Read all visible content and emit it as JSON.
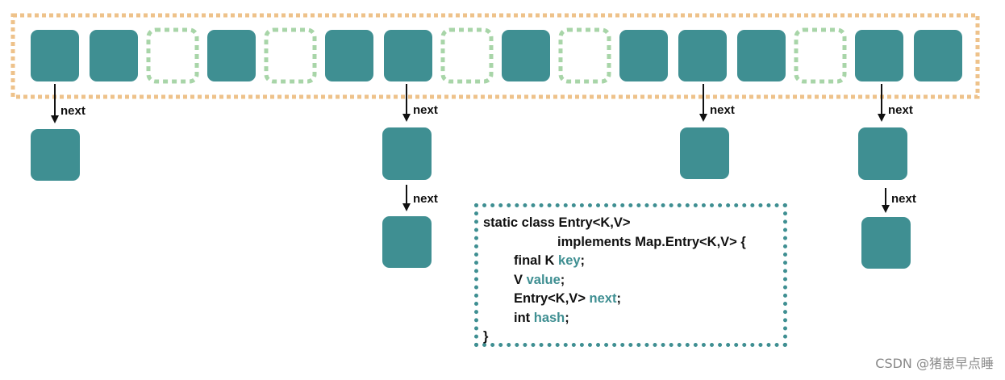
{
  "colors": {
    "filled_node": "#3f8f92",
    "empty_slot": "#a8d5a8",
    "array_border": "#eec28a",
    "arrow": "#111111",
    "highlight_text": "#3f8f92"
  },
  "bucket_array": {
    "slots": [
      "filled",
      "filled",
      "empty",
      "filled",
      "empty",
      "filled",
      "filled",
      "empty",
      "filled",
      "empty",
      "filled",
      "filled",
      "filled",
      "empty",
      "filled",
      "filled"
    ]
  },
  "arrow_label": "next",
  "code": {
    "line1": "static class Entry<K,V>",
    "line2": "implements Map.Entry<K,V> {",
    "line3_prefix": "final K ",
    "line3_field": "key",
    "line3_suffix": ";",
    "line4_prefix": "V ",
    "line4_field": "value",
    "line4_suffix": ";",
    "line5_prefix": "Entry<K,V> ",
    "line5_field": "next",
    "line5_suffix": ";",
    "line6_prefix": "int ",
    "line6_field": "hash",
    "line6_suffix": ";",
    "line7": "}"
  },
  "watermark": "CSDN @猪崽早点睡"
}
